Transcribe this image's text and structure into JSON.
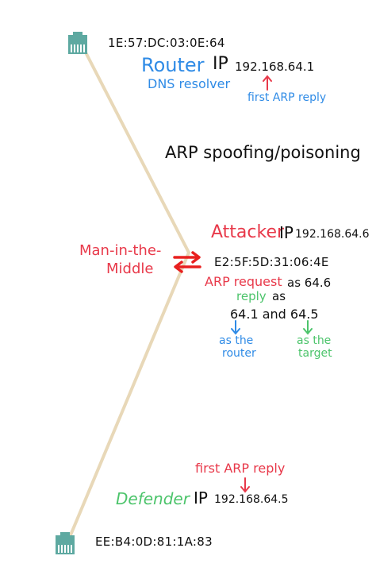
{
  "colors": {
    "cable": "#e8d8b8",
    "port": "#5ea9a1",
    "red": "#e8394a",
    "blue": "#2f8be6",
    "green": "#4cc46b",
    "black": "#111111"
  },
  "router": {
    "mac": "1E:57:DC:03:0E:64",
    "name": "Router",
    "ip_label": "IP",
    "ip": "192.168.64.1",
    "role": "DNS resolver",
    "note": "first ARP reply"
  },
  "title": "ARP spoofing/poisoning",
  "attacker": {
    "name": "Attacker",
    "ip_label": "IP",
    "ip": "192.168.64.6",
    "mac": "E2:5F:5D:31:06:4E",
    "mitm_line1": "Man-in-the-",
    "mitm_line2": "Middle",
    "request": "ARP request",
    "request_as": "as 64.6",
    "reply": "reply",
    "reply_as": "as",
    "targets": "64.1 and 64.5",
    "as_router_1": "as the",
    "as_router_2": "router",
    "as_target_1": "as the",
    "as_target_2": "target"
  },
  "defender": {
    "name": "Defender",
    "ip_label": "IP",
    "ip": "192.168.64.5",
    "note": "first ARP reply",
    "mac": "EE:B4:0D:81:1A:83"
  }
}
